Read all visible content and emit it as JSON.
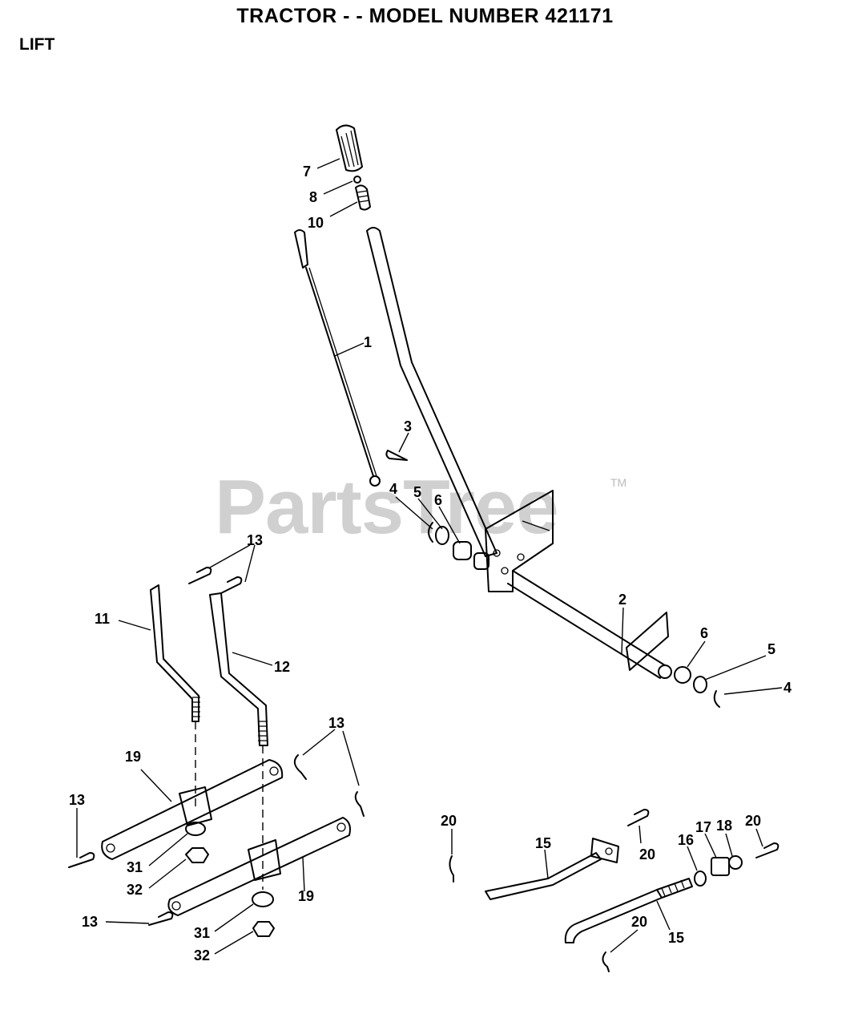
{
  "header": {
    "title": "TRACTOR - - MODEL NUMBER 421171",
    "section": "LIFT"
  },
  "watermark": {
    "text": "PartsTree",
    "trademark": "TM"
  },
  "callouts": [
    {
      "id": "c7",
      "label": "7"
    },
    {
      "id": "c8",
      "label": "8"
    },
    {
      "id": "c10",
      "label": "10"
    },
    {
      "id": "c1",
      "label": "1"
    },
    {
      "id": "c3",
      "label": "3"
    },
    {
      "id": "c4a",
      "label": "4"
    },
    {
      "id": "c5a",
      "label": "5"
    },
    {
      "id": "c6a",
      "label": "6"
    },
    {
      "id": "c2",
      "label": "2"
    },
    {
      "id": "c6b",
      "label": "6"
    },
    {
      "id": "c5b",
      "label": "5"
    },
    {
      "id": "c4b",
      "label": "4"
    },
    {
      "id": "c13a",
      "label": "13"
    },
    {
      "id": "c11",
      "label": "11"
    },
    {
      "id": "c12",
      "label": "12"
    },
    {
      "id": "c13b",
      "label": "13"
    },
    {
      "id": "c19a",
      "label": "19"
    },
    {
      "id": "c13c",
      "label": "13"
    },
    {
      "id": "c31a",
      "label": "31"
    },
    {
      "id": "c32a",
      "label": "32"
    },
    {
      "id": "c19b",
      "label": "19"
    },
    {
      "id": "c13d",
      "label": "13"
    },
    {
      "id": "c31b",
      "label": "31"
    },
    {
      "id": "c32b",
      "label": "32"
    },
    {
      "id": "c20a",
      "label": "20"
    },
    {
      "id": "c15a",
      "label": "15"
    },
    {
      "id": "c20b",
      "label": "20"
    },
    {
      "id": "c16",
      "label": "16"
    },
    {
      "id": "c17",
      "label": "17"
    },
    {
      "id": "c18",
      "label": "18"
    },
    {
      "id": "c20c",
      "label": "20"
    },
    {
      "id": "c20d",
      "label": "20"
    },
    {
      "id": "c15b",
      "label": "15"
    }
  ]
}
